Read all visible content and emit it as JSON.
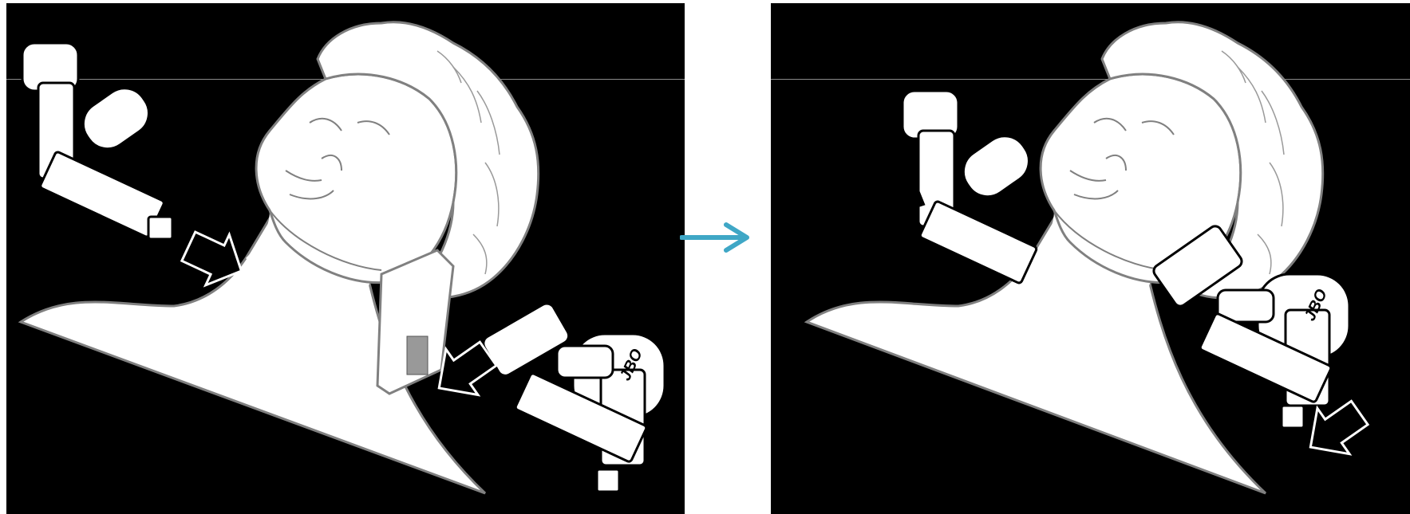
{
  "figure": {
    "panels": [
      {
        "id": "before",
        "device_logo": "JBO"
      },
      {
        "id": "after",
        "device_logo": "JBO"
      }
    ],
    "colors": {
      "background": "#000000",
      "line_art": "#ffffff",
      "outline": "#808080",
      "transition_arrow": "#3fa7c6",
      "action_arrow_fill": "#000000",
      "action_arrow_stroke": "#ffffff"
    },
    "icons": {
      "transition": "right-arrow-icon",
      "insert": "push-arrow-icon"
    }
  }
}
